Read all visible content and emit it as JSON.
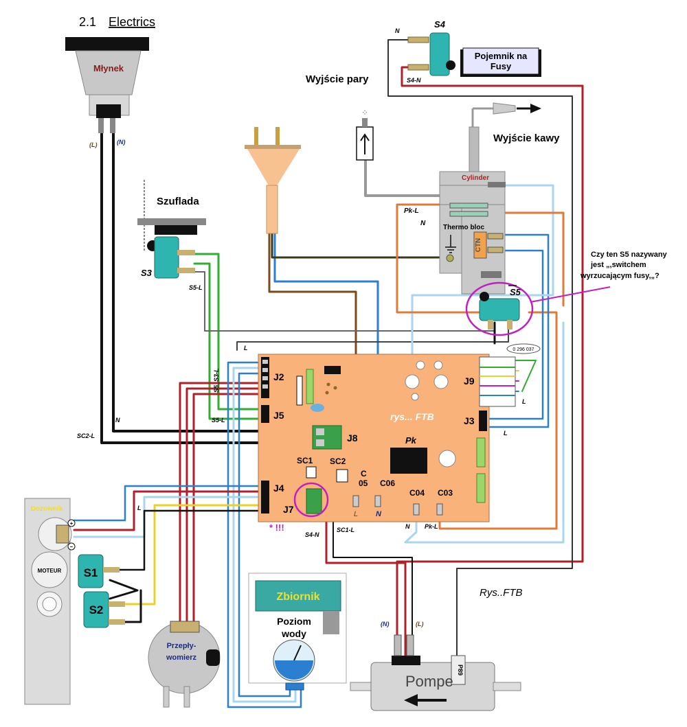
{
  "section": {
    "number": "2.1",
    "title": "Electrics"
  },
  "components": {
    "mlynek": "Młynek",
    "s4": "S4",
    "pojemnik_line1": "Pojemnik  na",
    "pojemnik_line2": "Fusy",
    "wyjscie_pary": "Wyjście pary",
    "wyjscie_kawy": "Wyjście kawy",
    "cylinder": "Cylinder",
    "thermo_bloc": "Thermo bloc",
    "ctn": "CTN",
    "szuflada": "Szuflada",
    "s3": "S3",
    "s5": "S5",
    "part_number": "0 296 037",
    "board_caption": "rys... FTB",
    "pk_block": "Pk",
    "dozownik": "Dozownik",
    "moteur": "MOTEUR",
    "s1": "S1",
    "s2": "S2",
    "przeplywomierz_line1": "Przepły-",
    "przeplywomierz_line2": "womierz",
    "zbiornik": "Zbiornik",
    "poziom_line1": "Poziom",
    "poziom_line2": "wody",
    "pompe": "Pompe",
    "p89": "P89",
    "rys_ftb": "Rys..FTB"
  },
  "annotation": {
    "line1": "Czy ten S5 nazywany",
    "line2": "jest  „,switchem",
    "line3": "wyrzucającym fusy,„?",
    "marker": "* !!!"
  },
  "connectors": {
    "j2": "J2",
    "j5": "J5",
    "j8": "J8",
    "j4": "J4",
    "j7": "J7",
    "j9": "J9",
    "j3": "J3",
    "sc1": "SC1",
    "sc2": "SC2",
    "c05a": "C",
    "c05b": "05",
    "c06": "C06",
    "c04": "C04",
    "c03": "C03"
  },
  "wire_labels": {
    "mlynek_l": "(L)",
    "mlynek_n": "(N)",
    "s4_n": "N",
    "s4_s4n": "S4-N",
    "pk_l_top": "Pk-L",
    "n_cyl": "N",
    "s5_l": "S5-L",
    "s5_s3_l": "S5_S3-L",
    "s5_l_bottom": "S5-L",
    "l_board": "L",
    "n_board": "N",
    "sc2_l": "SC2-L",
    "l_dozownik": "L",
    "s4_n_bottom": "S4-N",
    "sc1_l": "SC1-L",
    "c05_l": "L",
    "c06_n": "N",
    "n_c04": "N",
    "pk_l_bottom": "Pk-L",
    "j9_l": "L",
    "j3_l": "L",
    "pompe_n": "(N)",
    "pompe_l": "(L)",
    "plus": "+",
    "minus": "–"
  },
  "colors": {
    "board": "#f9b27a",
    "teal": "#2eb5b0",
    "grey_unit": "#bfbfbf",
    "red_wire": "#b0202a",
    "blue_wire": "#2b7fd0",
    "lightblue_wire": "#a9d6ee",
    "green_wire": "#2fae2f",
    "brown_wire": "#7a4a1a",
    "orange_wire": "#e07a3a",
    "yellow_wire": "#e8d22a",
    "magenta": "#c21fc2",
    "black_wire": "#111111"
  }
}
